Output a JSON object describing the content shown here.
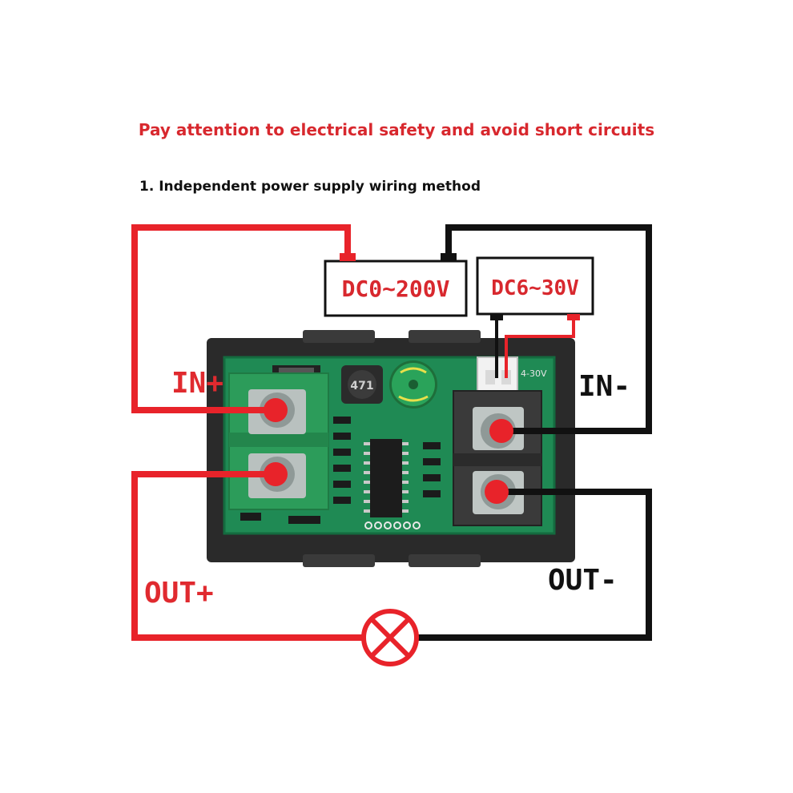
{
  "header": {
    "warning": "Pay attention to electrical safety and avoid short circuits",
    "method_title": "1. Independent power supply wiring method"
  },
  "sources": {
    "main_supply": "DC0~200V",
    "aux_supply": "DC6~30V"
  },
  "terminals": {
    "in_plus": "IN+",
    "in_minus": "IN-",
    "out_plus": "OUT+",
    "out_minus": "OUT-"
  },
  "board": {
    "inductor_marking": "471",
    "connector_marking": "4-30V"
  },
  "colors": {
    "positive_wire": "#e8232a",
    "negative_wire": "#111111",
    "pcb": "#1f8a54",
    "terminal_block": "#2c9c5a",
    "label_red": "#d8282e"
  }
}
